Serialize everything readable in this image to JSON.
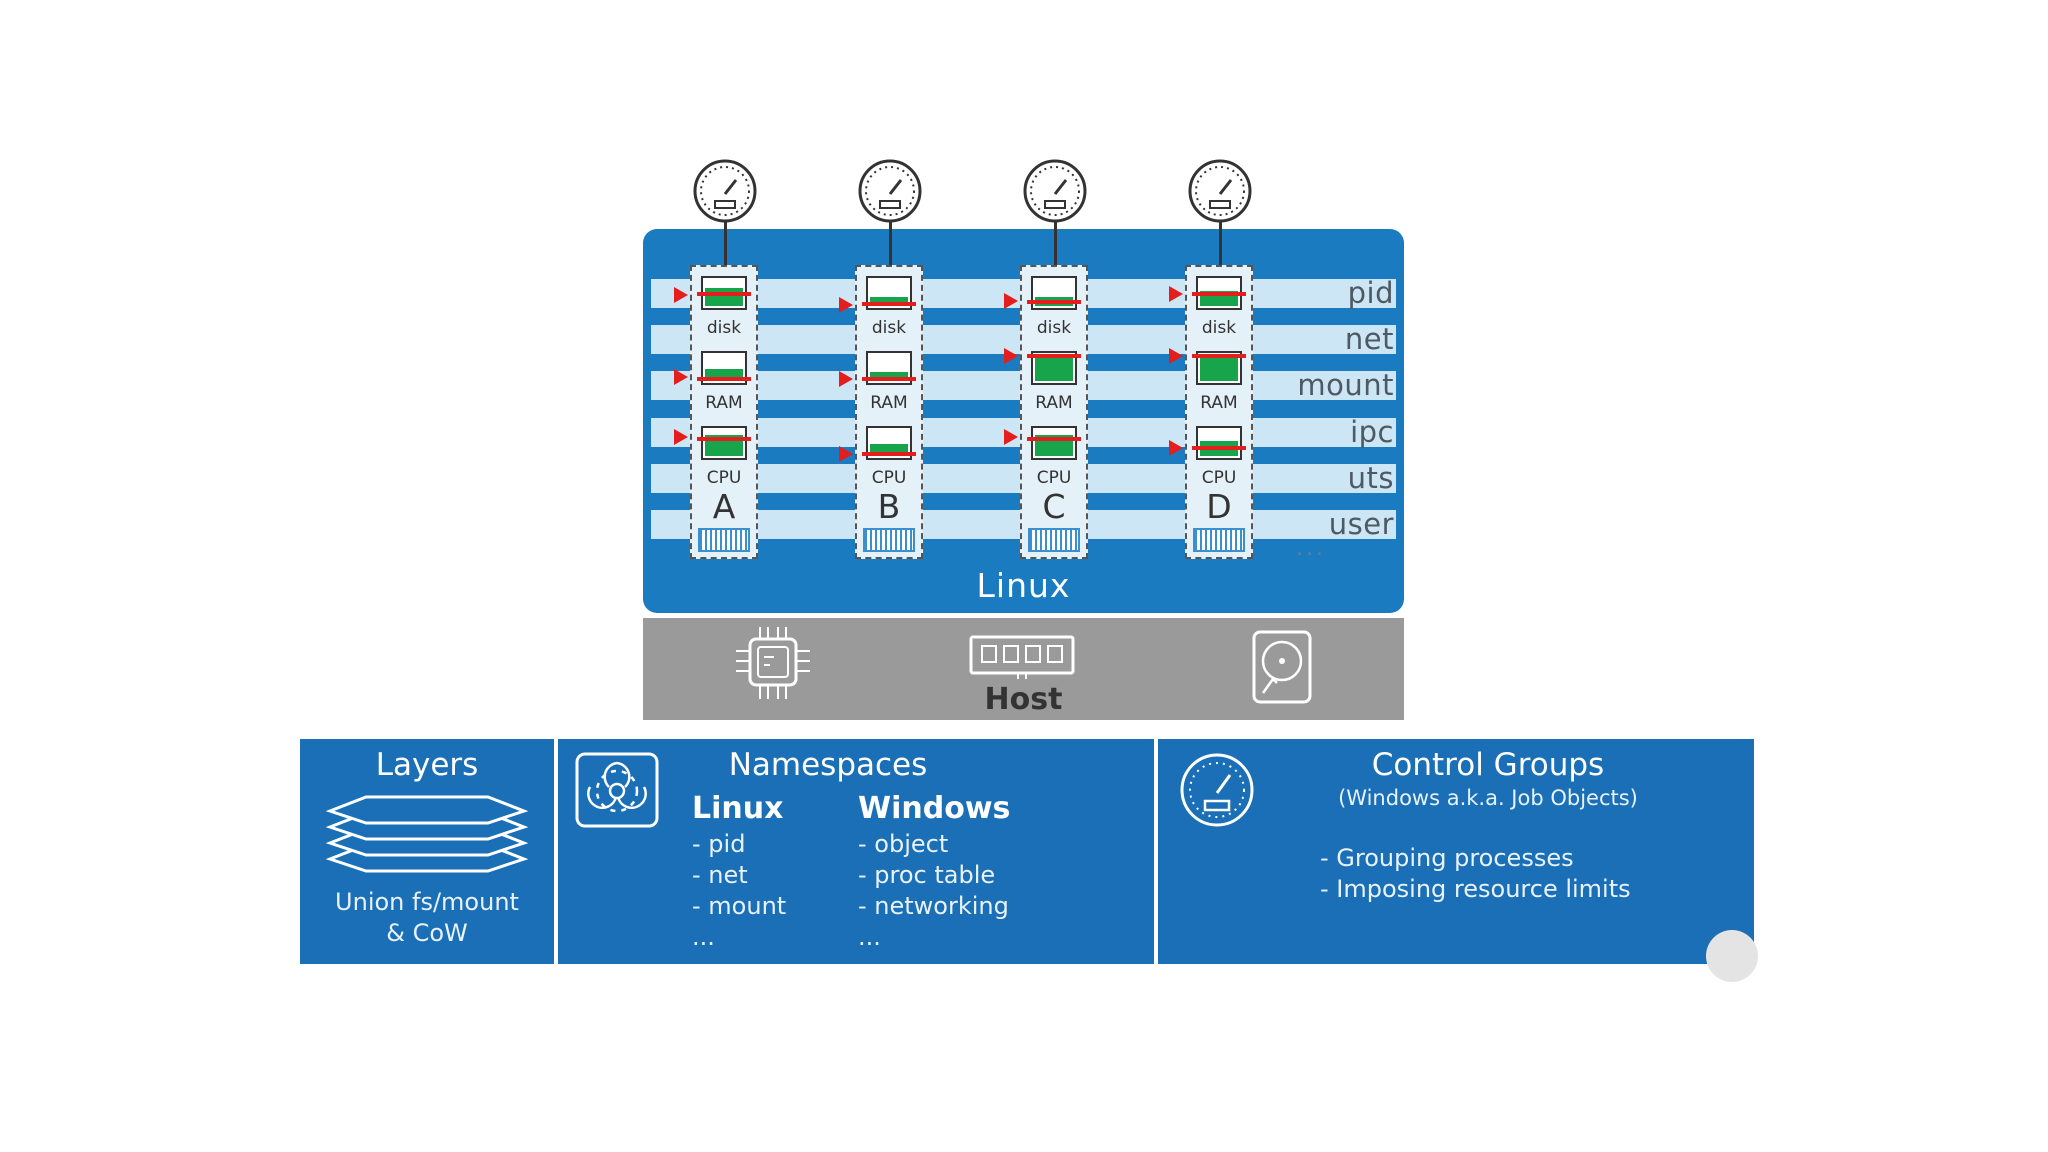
{
  "namespaces": [
    "pid",
    "net",
    "mount",
    "ipc",
    "uts",
    "user"
  ],
  "containers": [
    {
      "letter": "A",
      "disk_label": "disk",
      "ram_label": "RAM",
      "cpu_label": "CPU",
      "disk_fill": 0.6,
      "ram_fill": 0.4,
      "cpu_fill": 0.7
    },
    {
      "letter": "B",
      "disk_label": "disk",
      "ram_label": "RAM",
      "cpu_label": "CPU",
      "disk_fill": 0.3,
      "ram_fill": 0.3,
      "cpu_fill": 0.4
    },
    {
      "letter": "C",
      "disk_label": "disk",
      "ram_label": "RAM",
      "cpu_label": "CPU",
      "disk_fill": 0.3,
      "ram_fill": 0.9,
      "cpu_fill": 0.7
    },
    {
      "letter": "D",
      "disk_label": "disk",
      "ram_label": "RAM",
      "cpu_label": "CPU",
      "disk_fill": 0.5,
      "ram_fill": 0.9,
      "cpu_fill": 0.5
    }
  ],
  "linux_label": "Linux",
  "ellipsis": "...",
  "host_label": "Host",
  "layers": {
    "title": "Layers",
    "line1": "Union fs/mount",
    "line2": "& CoW"
  },
  "ns_panel": {
    "title": "Namespaces",
    "linux_head": "Linux",
    "linux_items": [
      "- pid",
      "- net",
      "- mount",
      "..."
    ],
    "windows_head": "Windows",
    "windows_items": [
      "- object",
      "- proc table",
      "- networking",
      "..."
    ]
  },
  "cg_panel": {
    "title": "Control Groups",
    "subtitle": "(Windows a.k.a. Job Objects)",
    "items": [
      "- Grouping processes",
      "- Imposing resource limits"
    ]
  },
  "colors": {
    "linux_blue": "#1a7bc0",
    "panel_blue": "#1a6fb6",
    "row_light": "#cde6f5",
    "fill_green": "#17a44a",
    "limit_red": "#e41d1d",
    "host_gray": "#9a9a9a"
  }
}
